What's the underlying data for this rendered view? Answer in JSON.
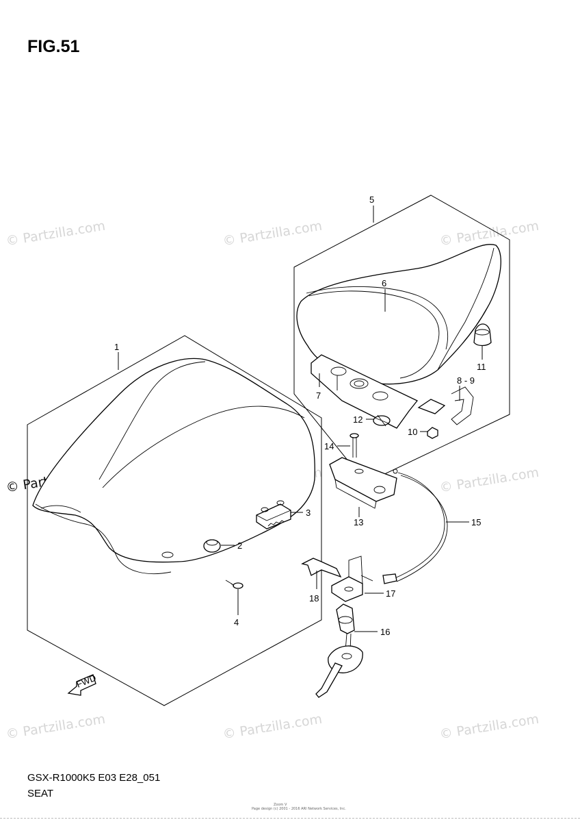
{
  "figure_title": "FIG.51",
  "model_code": "GSX-R1000K5 E03 E28_051",
  "section_name": "SEAT",
  "fwd_label": "FWD",
  "watermark_text": "© Partzilla.com",
  "fine_print_1": "Zoom V",
  "fine_print_2": "Page design (c) 2001 - 2016 ARI Network Services, Inc.",
  "callouts": {
    "c1": "1",
    "c2": "2",
    "c3": "3",
    "c4": "4",
    "c5": "5",
    "c6": "6",
    "c7": "7",
    "c89": "8 - 9",
    "c10": "10",
    "c11": "11",
    "c12": "12",
    "c13": "13",
    "c14": "14",
    "c15": "15",
    "c16": "16",
    "c17": "17",
    "c18": "18"
  },
  "colors": {
    "line": "#000000",
    "watermark": "#d6d6d6",
    "background": "#ffffff"
  }
}
